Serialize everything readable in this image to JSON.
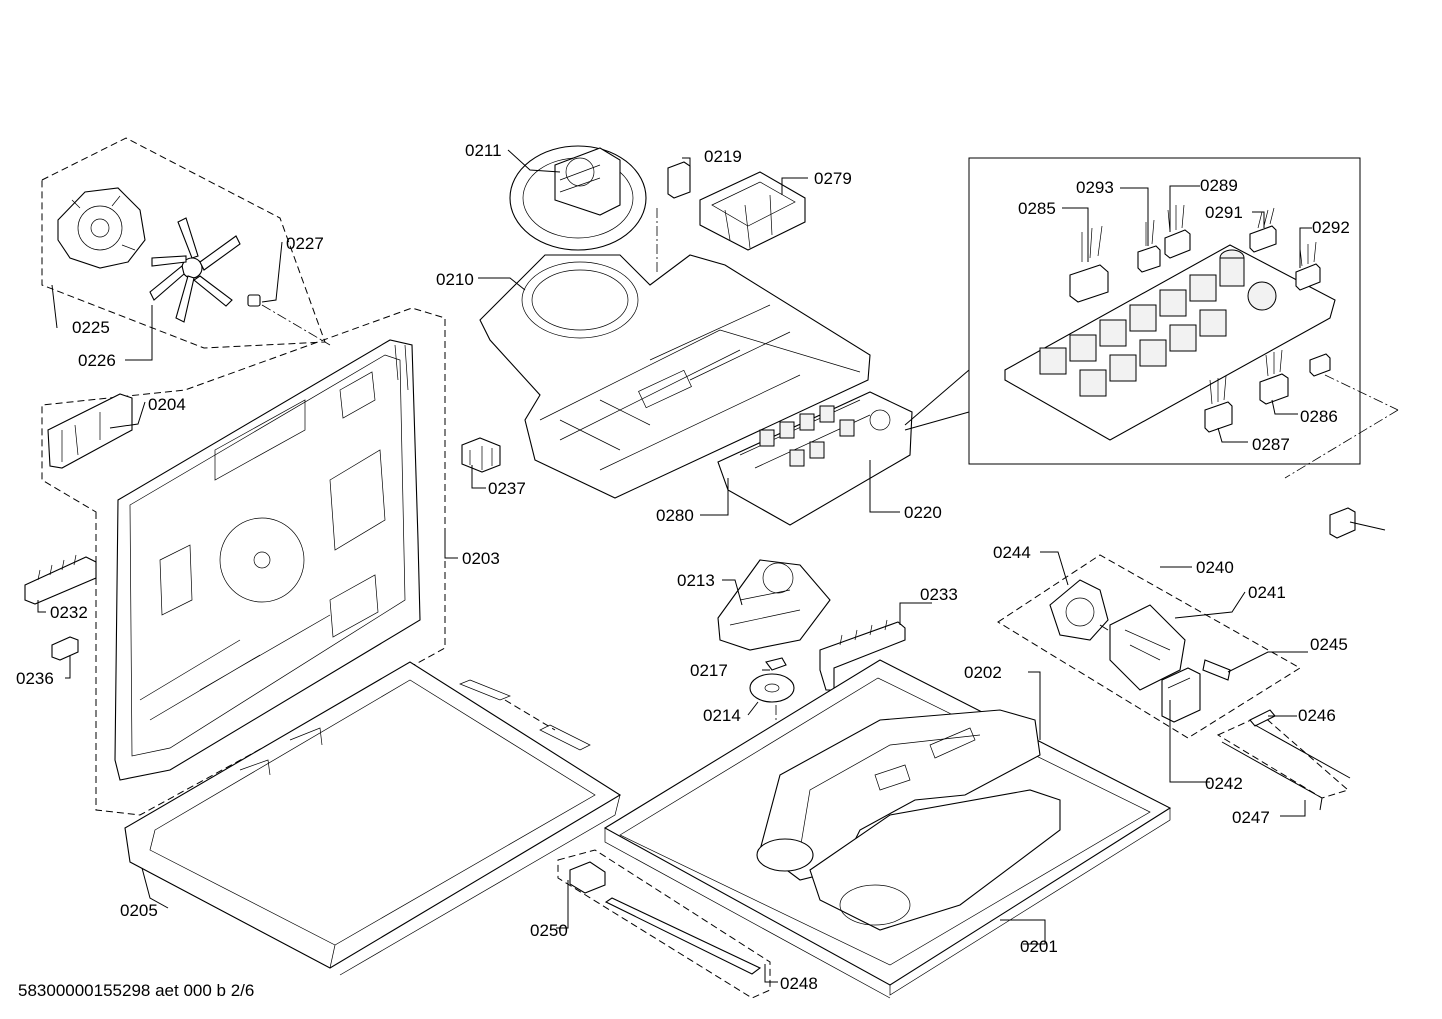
{
  "footer_text": "58300000155298 aet 000 b 2/6",
  "labels": {
    "p0211": "0211",
    "p0219": "0219",
    "p0279": "0279",
    "p0227": "0227",
    "p0225": "0225",
    "p0226": "0226",
    "p0210": "0210",
    "p0204": "0204",
    "p0237": "0237",
    "p0280": "0280",
    "p0220": "0220",
    "p0203": "0203",
    "p0232": "0232",
    "p0236": "0236",
    "p0213": "0213",
    "p0217": "0217",
    "p0214": "0214",
    "p0233": "0233",
    "p0202": "0202",
    "p0244": "0244",
    "p0240": "0240",
    "p0241": "0241",
    "p0245": "0245",
    "p0246": "0246",
    "p0242": "0242",
    "p0247": "0247",
    "p0205": "0205",
    "p0250": "0250",
    "p0248": "0248",
    "p0201": "0201",
    "p0285": "0285",
    "p0293": "0293",
    "p0289": "0289",
    "p0291": "0291",
    "p0292": "0292",
    "p0286": "0286",
    "p0287": "0287"
  }
}
